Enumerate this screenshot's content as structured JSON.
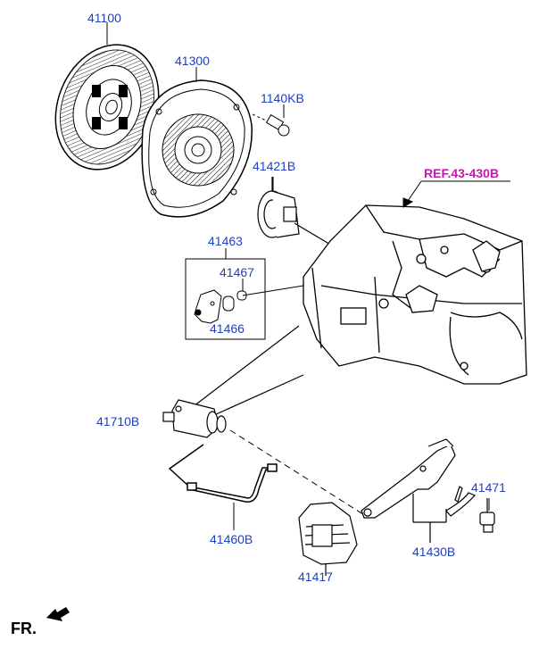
{
  "labels": {
    "p41100": "41100",
    "p41300": "41300",
    "p1140KB": "1140KB",
    "p41421B": "41421B",
    "ref": "REF.43-430B",
    "p41463": "41463",
    "p41467": "41467",
    "p41466": "41466",
    "p41710B": "41710B",
    "p41471": "41471",
    "p41460B": "41460B",
    "p41430B": "41430B",
    "p41417": "41417",
    "fr": "FR."
  },
  "colors": {
    "label": "#1f3fbf",
    "ref": "#c01aa8",
    "line": "#000000"
  }
}
